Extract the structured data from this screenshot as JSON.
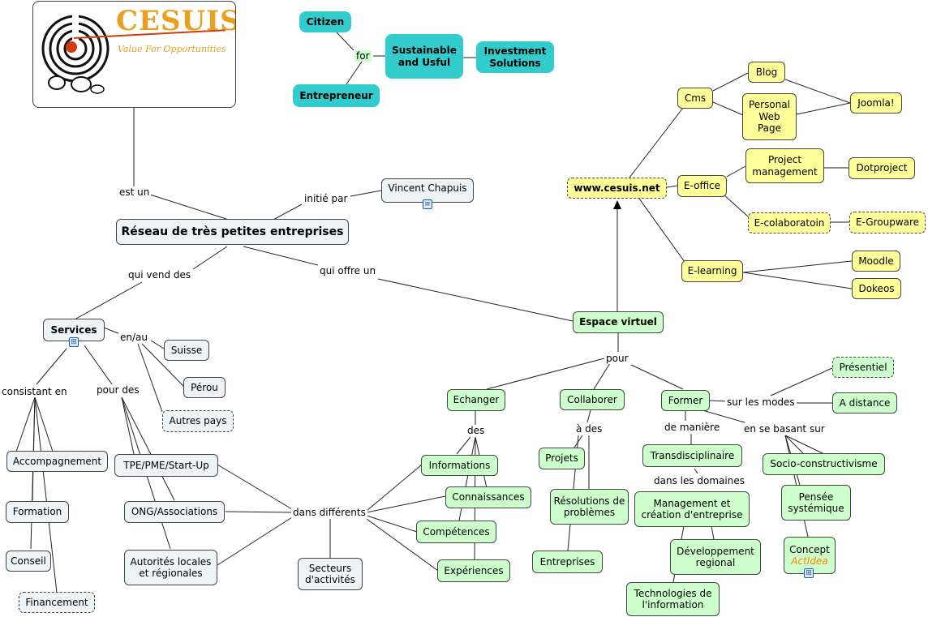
{
  "logo": {
    "title": "CESUIS",
    "tagline": "Value For Opportunities"
  },
  "central": "Réseau de très petites entreprises",
  "author": "Vincent Chapuis",
  "links": {
    "est_un": "est un",
    "initie_par": "initié par",
    "qui_vend_des": "qui vend des",
    "qui_offre_un": "qui offre un",
    "en_au": "en/au",
    "consistant_en": "consistant en",
    "pour_des": "pour des",
    "dans_differents": "dans différents",
    "pour": "pour",
    "des": "des",
    "a_des": "à des",
    "de_maniere": "de manière",
    "sur_les_modes": "sur les modes",
    "en_se_basant_sur": "en se basant sur",
    "dans_les_domaines": "dans les domaines",
    "for": "for"
  },
  "slogan": {
    "citizen": "Citizen",
    "entrepreneur": "Entrepreneur",
    "sustainable": "Sustainable and Usful",
    "investment": "Investment Solutions"
  },
  "services": {
    "title": "Services",
    "locations": [
      "Suisse",
      "Pérou",
      "Autres pays"
    ],
    "types": [
      "Accompagnement",
      "Formation",
      "Conseil",
      "Financement"
    ],
    "targets": [
      "TPE/PME/Start-Up",
      "ONG/Associations",
      "Autorités locales et régionales"
    ],
    "sectors": "Secteurs d'activités"
  },
  "espace": {
    "title": "Espace virtuel",
    "echanger": "Echanger",
    "collaborer": "Collaborer",
    "former": "Former",
    "echanger_items": [
      "Informations",
      "Connaissances",
      "Compétences",
      "Expériences"
    ],
    "collaborer_items": [
      "Projets",
      "Résolutions de problèmes",
      "Entreprises"
    ],
    "modes": [
      "Présentiel",
      "A distance"
    ],
    "transdisciplinaire": "Transdisciplinaire",
    "domaines": [
      "Management et création d'entreprise",
      "Développement regional",
      "Technologies de l'information"
    ],
    "bases": [
      "Socio-constructivisme",
      "Pensée systémique"
    ],
    "concept": "Concept",
    "actidea": "ActIdea"
  },
  "website": {
    "url": "www.cesuis.net",
    "cms": "Cms",
    "blog": "Blog",
    "personal": "Personal Web Page",
    "joomla": "Joomla!",
    "eoffice": "E-office",
    "project_mgmt": "Project management",
    "dotproject": "Dotproject",
    "ecolab": "E-colaboratoin",
    "egroupware": "E-Groupware",
    "elearning": "E-learning",
    "moodle": "Moodle",
    "dokeos": "Dokeos"
  },
  "colors": {
    "node_pale": "#eef3f6",
    "node_green": "#ccffcc",
    "node_yellow": "#ffff99",
    "node_teal": "#33cccc",
    "logo_orange": "#e8a020",
    "logo_red": "#d43a10"
  },
  "icons": [
    "submap-icon",
    "note-icon",
    "arrow-head-icon"
  ]
}
